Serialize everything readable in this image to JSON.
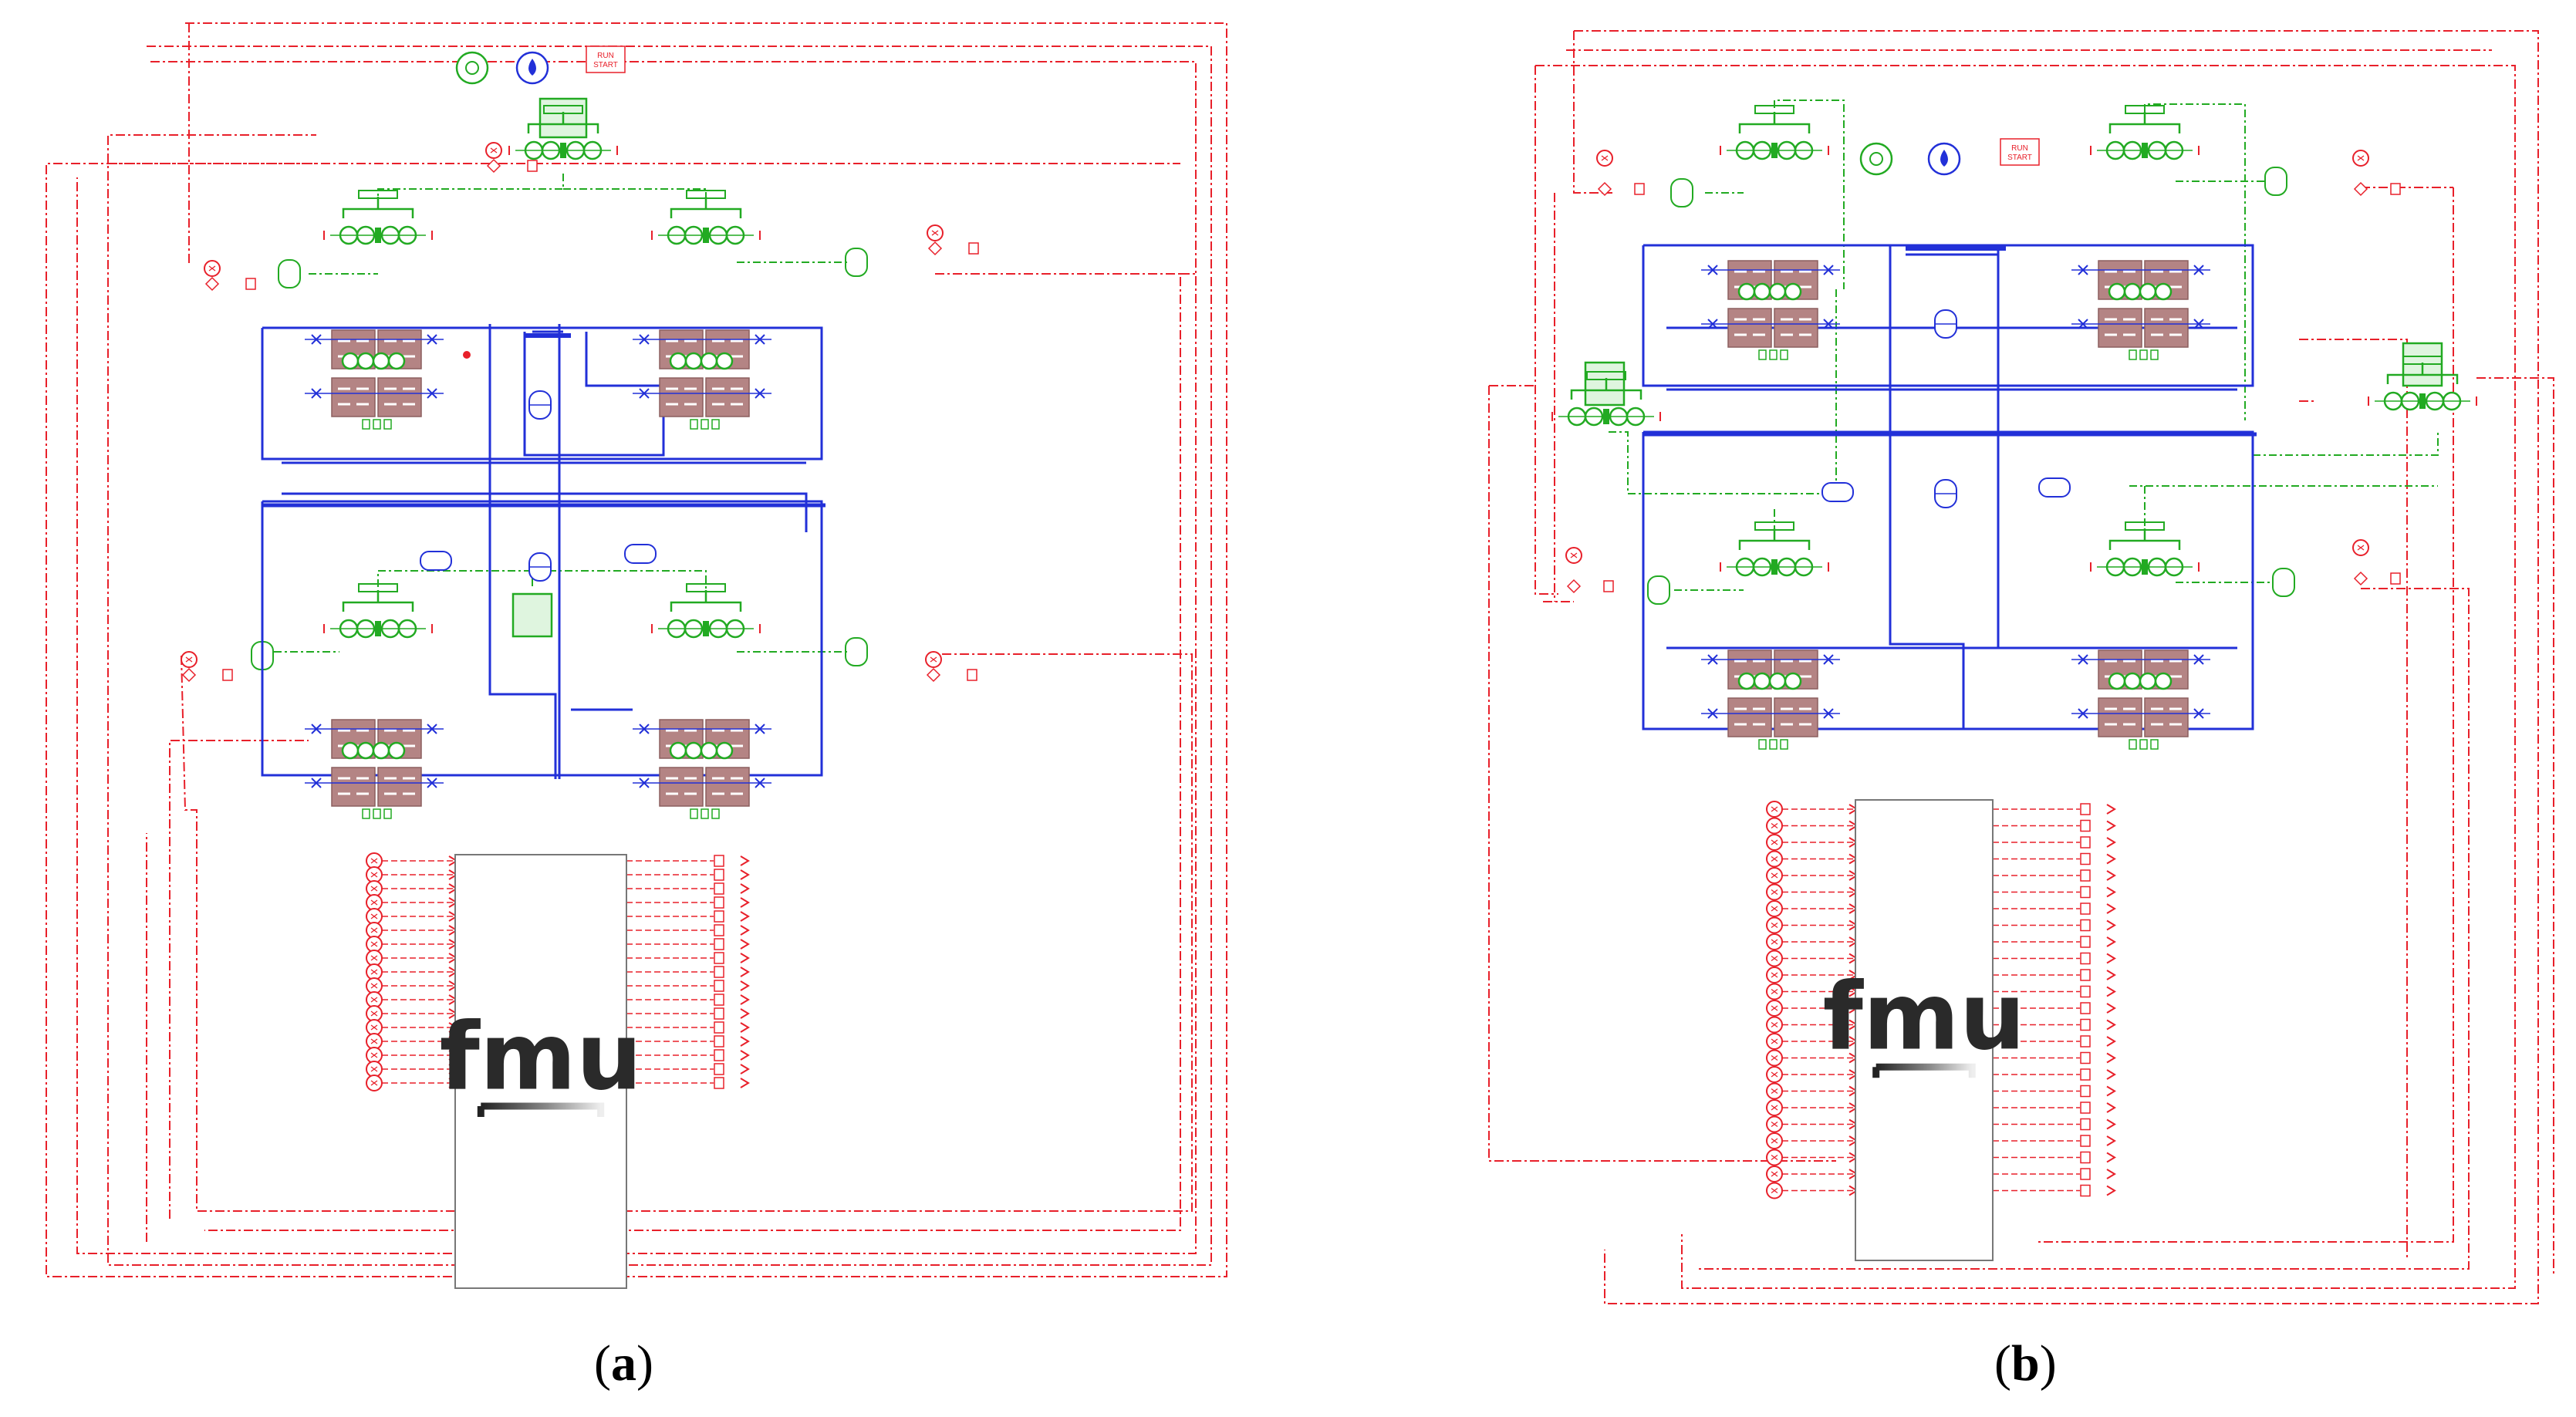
{
  "panels": [
    {
      "id": "a",
      "caption_letter": "a",
      "fmu_label": "fmu",
      "run_label_lines": [
        "RUN",
        "START"
      ]
    },
    {
      "id": "b",
      "caption_letter": "b",
      "fmu_label": "fmu",
      "run_label_lines": [
        "RUN",
        "START"
      ]
    }
  ],
  "colors": {
    "signal": "#e8202a",
    "hydraulic": "#2230d8",
    "control": "#22aa22",
    "hydraulic_block": "#b48484",
    "fmu_box_border": "#777777"
  },
  "icons": [
    "fmu-block-icon",
    "apple-icon",
    "water-drop-icon",
    "run-start-icon",
    "sensor-icon",
    "hydraulic-cylinder-icon",
    "valve-icon",
    "accumulator-icon"
  ]
}
